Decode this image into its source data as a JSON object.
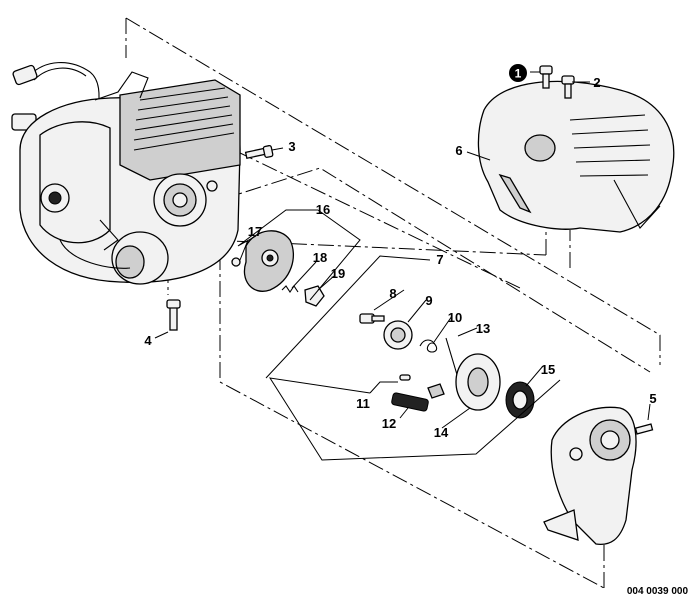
{
  "callouts": {
    "c1": "1",
    "c2": "2",
    "c3": "3",
    "c4": "4",
    "c5": "5",
    "c6": "6",
    "c7": "7",
    "c8": "8",
    "c9": "9",
    "c10": "10",
    "c11": "11",
    "c12": "12",
    "c13": "13",
    "c14": "14",
    "c15": "15",
    "c16": "16",
    "c17": "17",
    "c18": "18",
    "c19": "19"
  },
  "drawing_code": "004 0039 000",
  "icons": {
    "badge": "filled-circle-number-badge"
  }
}
